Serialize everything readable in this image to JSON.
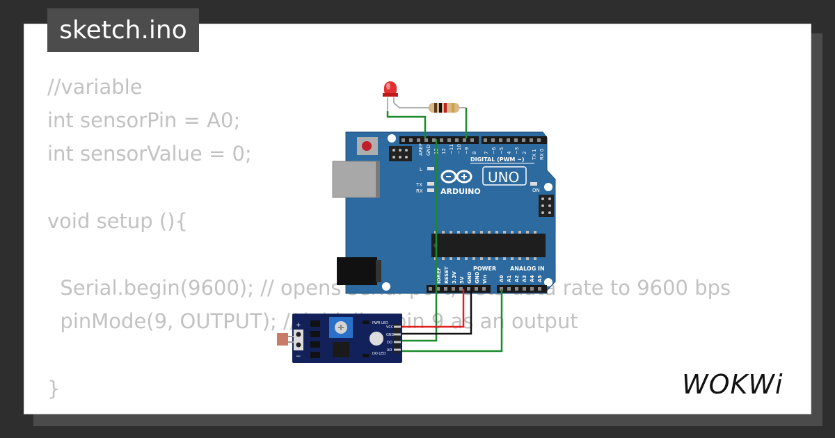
{
  "file_tab": {
    "label": "sketch.ino"
  },
  "code_lines": [
    "//variable",
    "int sensorPin = A0;",
    "int sensorValue = 0;",
    "",
    "void setup (){",
    "",
    "  Serial.begin(9600); // opens serial port, sets data rate to 9600 bps",
    "  pinMode(9, OUTPUT); // initialize pin 9 as an output",
    "",
    "}"
  ],
  "board": {
    "uno_label": "UNO",
    "brand_label": "ARDUINO",
    "digital_header_label": "DIGITAL (PWM ~)",
    "power_header_label": "POWER",
    "analog_header_label": "ANALOG IN",
    "on_label": "ON",
    "l_label": "L",
    "tx_label": "TX",
    "rx_label": "RX",
    "aref_label": "AREF",
    "gnd_label": "GND",
    "digital_pins": [
      "13",
      "12",
      "~11",
      "~10",
      "~9",
      "8",
      "7",
      "~6",
      "~5",
      "4",
      "~3",
      "2",
      "TX 1",
      "RX 0"
    ],
    "power_pins": [
      "IOREF",
      "RESET",
      "3.3V",
      "5V",
      "GND",
      "GND",
      "Vin"
    ],
    "analog_pins": [
      "A0",
      "A1",
      "A2",
      "A3",
      "A4",
      "A5"
    ]
  },
  "sensor_module": {
    "pins": [
      "VCC",
      "GND",
      "DO",
      "AO"
    ],
    "pwr_led_label": "PWR LED",
    "do_led_label": "DO LED",
    "plus_label": "+",
    "minus_label": "−"
  },
  "wire_colors": {
    "green": "#1a8a2a",
    "red": "#e02020",
    "black": "#111111"
  },
  "brand": {
    "logo_text": "WOKWi"
  }
}
